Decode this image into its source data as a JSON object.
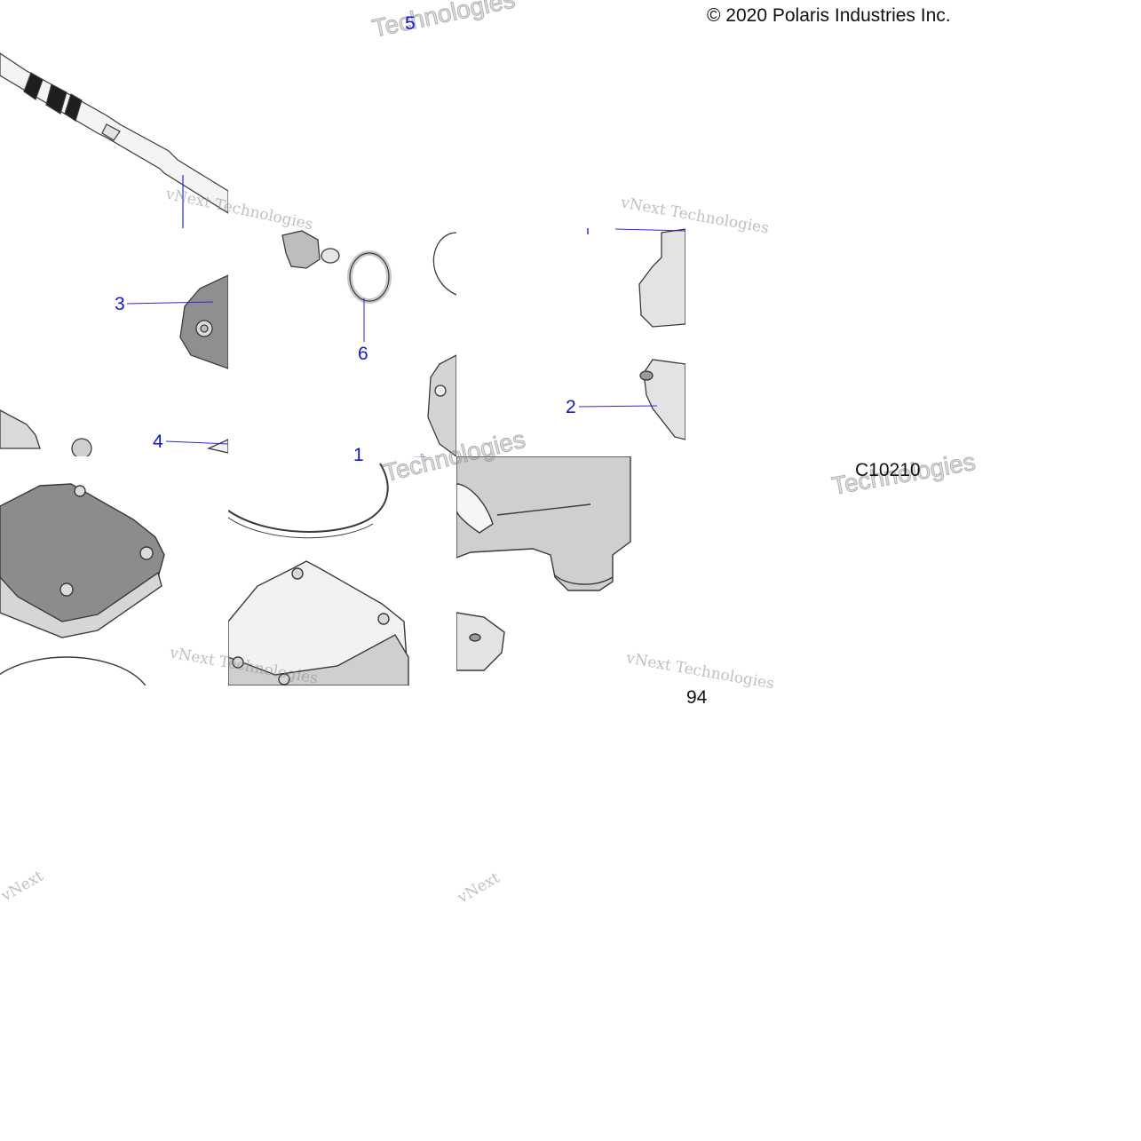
{
  "copyright": "© 2020 Polaris Industries Inc.",
  "drawing_ref": "C10210",
  "page_number": "94",
  "watermark": {
    "brand": "vNext Technologies",
    "short_top": "vNext",
    "short_bottom": "Technologies"
  },
  "callouts": {
    "c1": "1",
    "c2": "2",
    "c3": "3",
    "c4": "4",
    "c5": "5",
    "c6": "6"
  },
  "colors": {
    "callout": "#1515d6",
    "leader": "#2a2ae0",
    "part_dark": "#8f8f8f",
    "part_mid": "#c4c4c4",
    "part_light": "#e6e6e6",
    "outline": "#3a3a3a"
  }
}
